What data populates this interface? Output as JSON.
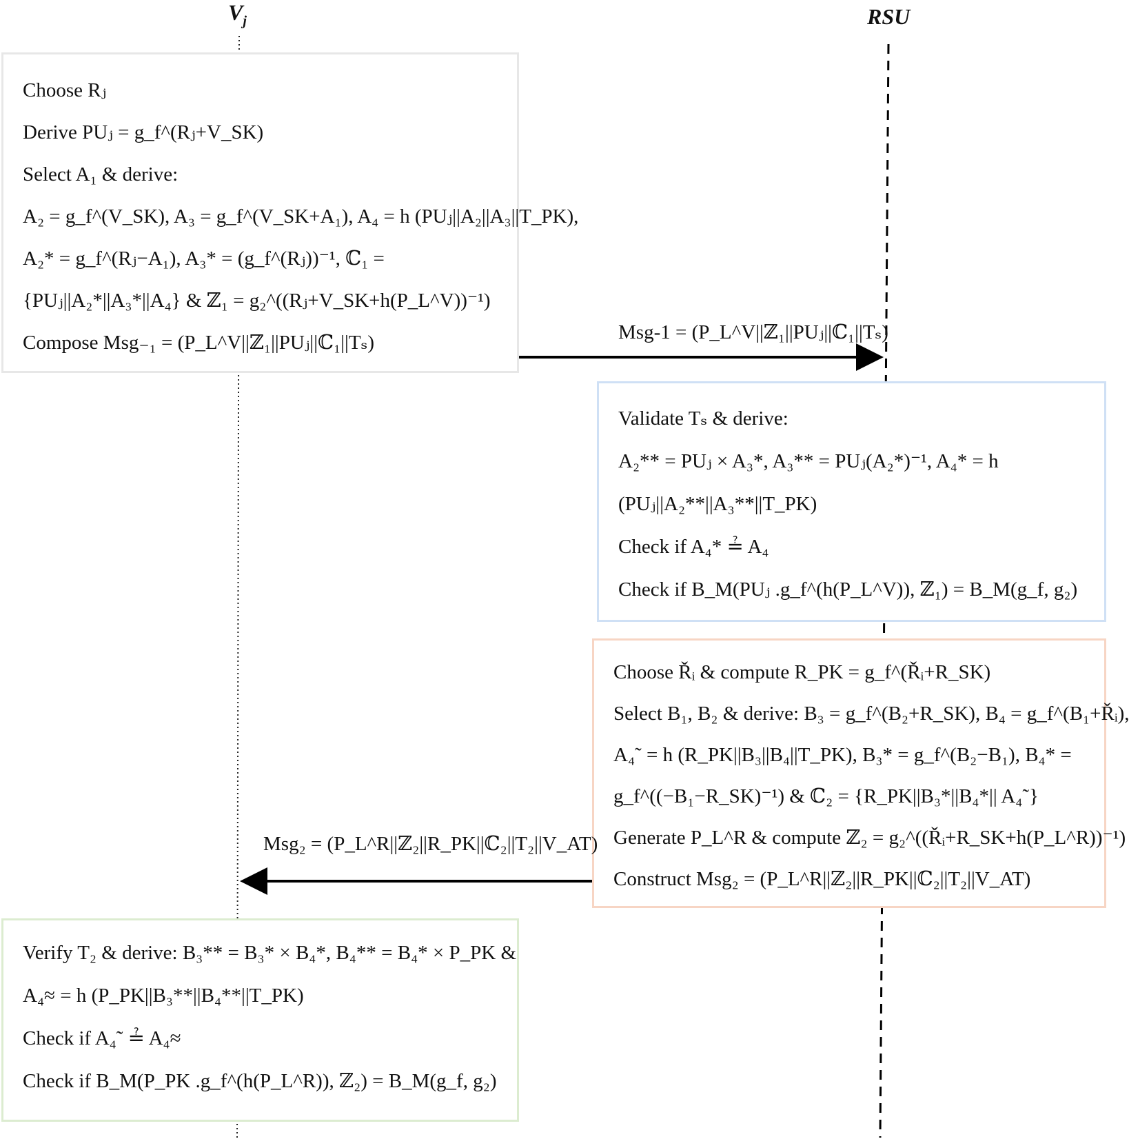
{
  "actors": {
    "vehicle": "V",
    "vehicle_sub": "j",
    "rsu": "RSU"
  },
  "boxes": {
    "vj_compose": [
      "Choose Rⱼ",
      "Derive  PUⱼ = g_f^(Rⱼ+V_SK)",
      "Select  A₁ & derive:",
      "A₂ = g_f^(V_SK),  A₃ = g_f^(V_SK+A₁), A₄ = h (PUⱼ||A₂||A₃||T_PK),",
      "A₂* = g_f^(Rⱼ−A₁),  A₃* = (g_f^(Rⱼ))⁻¹,  ℂ₁ =",
      "{PUⱼ||A₂*||A₃*||A₄} & ℤ₁ = g₂^((Rⱼ+V_SK+h(P_L^V))⁻¹)",
      "Compose Msg₋₁ = (P_L^V||ℤ₁||PUⱼ||ℂ₁||Tₛ)"
    ],
    "rsu_validate": [
      "Validate Tₛ & derive:",
      "A₂** = PUⱼ × A₃*,  A₃** = PUⱼ(A₂*)⁻¹, A₄* = h",
      "(PUⱼ||A₂**||A₃**||T_PK)",
      "Check if A₄* ≟ A₄",
      "Check if  B_M(PUⱼ .g_f^(h(P_L^V)), ℤ₁) = B_M(g_f, g₂)"
    ],
    "rsu_compute": [
      "Choose Řᵢ & compute R_PK = g_f^(Řᵢ+R_SK)",
      "Select  B₁, B₂  & derive: B₃ = g_f^(B₂+R_SK), B₄ = g_f^(B₁+Řᵢ),",
      "A₄˜ = h (R_PK||B₃||B₄||T_PK),  B₃* = g_f^(B₂−B₁),  B₄* =",
      "g_f^((−B₁−R_SK)⁻¹) & ℂ₂ = {R_PK||B₃*||B₄*|| A₄˜}",
      "Generate P_L^R & compute  ℤ₂ = g₂^((Řᵢ+R_SK+h(P_L^R))⁻¹)",
      "Construct Msg₂ = (P_L^R||ℤ₂||R_PK||ℂ₂||T₂||V_AT)"
    ],
    "vj_verify": [
      "Verify T₂ & derive: B₃** = B₃* × B₄*, B₄** = B₄* × P_PK  &",
      "A₄≈ = h (P_PK||B₃**||B₄**||T_PK)",
      "Check if A₄˜ ≟ A₄≈",
      "Check if  B_M(P_PK .g_f^(h(P_L^R)), ℤ₂) = B_M(g_f, g₂)"
    ]
  },
  "messages": {
    "msg1": "Msg-1 = (P_L^V||ℤ₁||PUⱼ||ℂ₁||Tₛ)",
    "msg2": "Msg₂ = (P_L^R||ℤ₂||R_PK||ℂ₂||T₂||V_AT)"
  }
}
